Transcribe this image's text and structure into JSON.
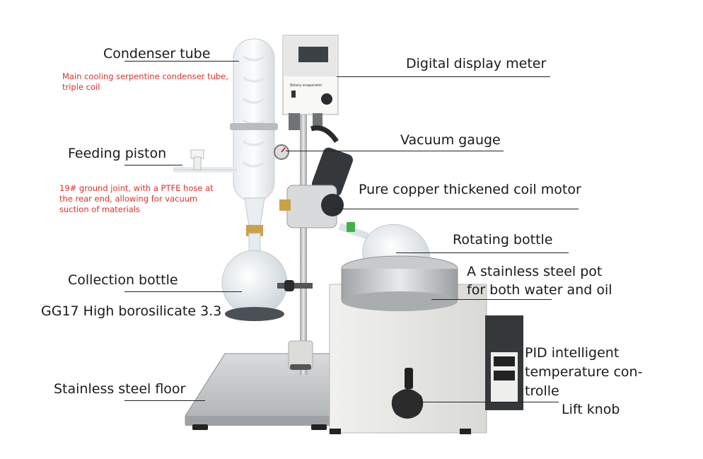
{
  "labels": {
    "condenser_tube": "Condenser tube",
    "condenser_note": "Main cooling serpentine condenser tube, triple coil",
    "feeding_piston": "Feeding piston",
    "feeding_note": "19# ground joint, with a PTFE hose at the rear end, allowing for vacuum suction of materials",
    "collection_bottle": "Collection bottle",
    "borosilicate": "GG17 High borosilicate 3.3",
    "steel_floor": "Stainless steel floor",
    "display_meter": "Digital display meter",
    "vacuum_gauge": "Vacuum gauge",
    "coil_motor": "Pure copper thickened coil motor",
    "rotating_bottle": "Rotating bottle",
    "pot_line1": "A stainless steel  pot",
    "pot_line2": "for both water and oil",
    "pid_line1": "PID intelligent",
    "pid_line2": "temperature con-",
    "pid_line3": "trolle",
    "lift_knob": "Lift knob"
  },
  "device": {
    "meter_title": "Rotary evaporator"
  },
  "colors": {
    "note_red": "#e0302a",
    "steel": "#c9ccce",
    "enclosure": "#e6e6e3",
    "dark": "#2d3033"
  }
}
